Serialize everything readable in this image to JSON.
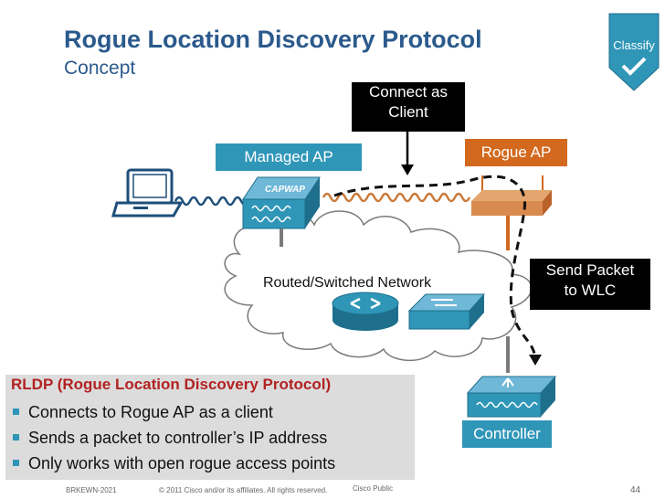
{
  "header": {
    "title": "Rogue Location Discovery Protocol",
    "subtitle": "Concept",
    "badge": "Classify"
  },
  "diagram": {
    "connect_label_1": "Connect as",
    "connect_label_2": "Client",
    "managed_ap_label": "Managed AP",
    "rogue_ap_label": "Rogue AP",
    "capwap_label": "CAPWAP",
    "network_label": "Routed/Switched Network",
    "send_label_1": "Send Packet",
    "send_label_2": "to WLC",
    "controller_label": "Controller"
  },
  "panel": {
    "heading": "RLDP (Rogue Location Discovery Protocol)",
    "bullets": [
      "Connects to Rogue AP as a client",
      "Sends a packet to controller’s IP address",
      "Only works with open rogue access points"
    ]
  },
  "footer": {
    "code": "BRKEWN-2021",
    "copyright": "© 2011 Cisco and/or its affiliates. All rights reserved.",
    "classification": "Cisco Public",
    "page": "44"
  },
  "colors": {
    "title": "#2b5a8c",
    "teal": "#2f96b8",
    "orange": "#d2691e",
    "panel_bg": "#dcdcdc",
    "panel_heading": "#b22222"
  }
}
